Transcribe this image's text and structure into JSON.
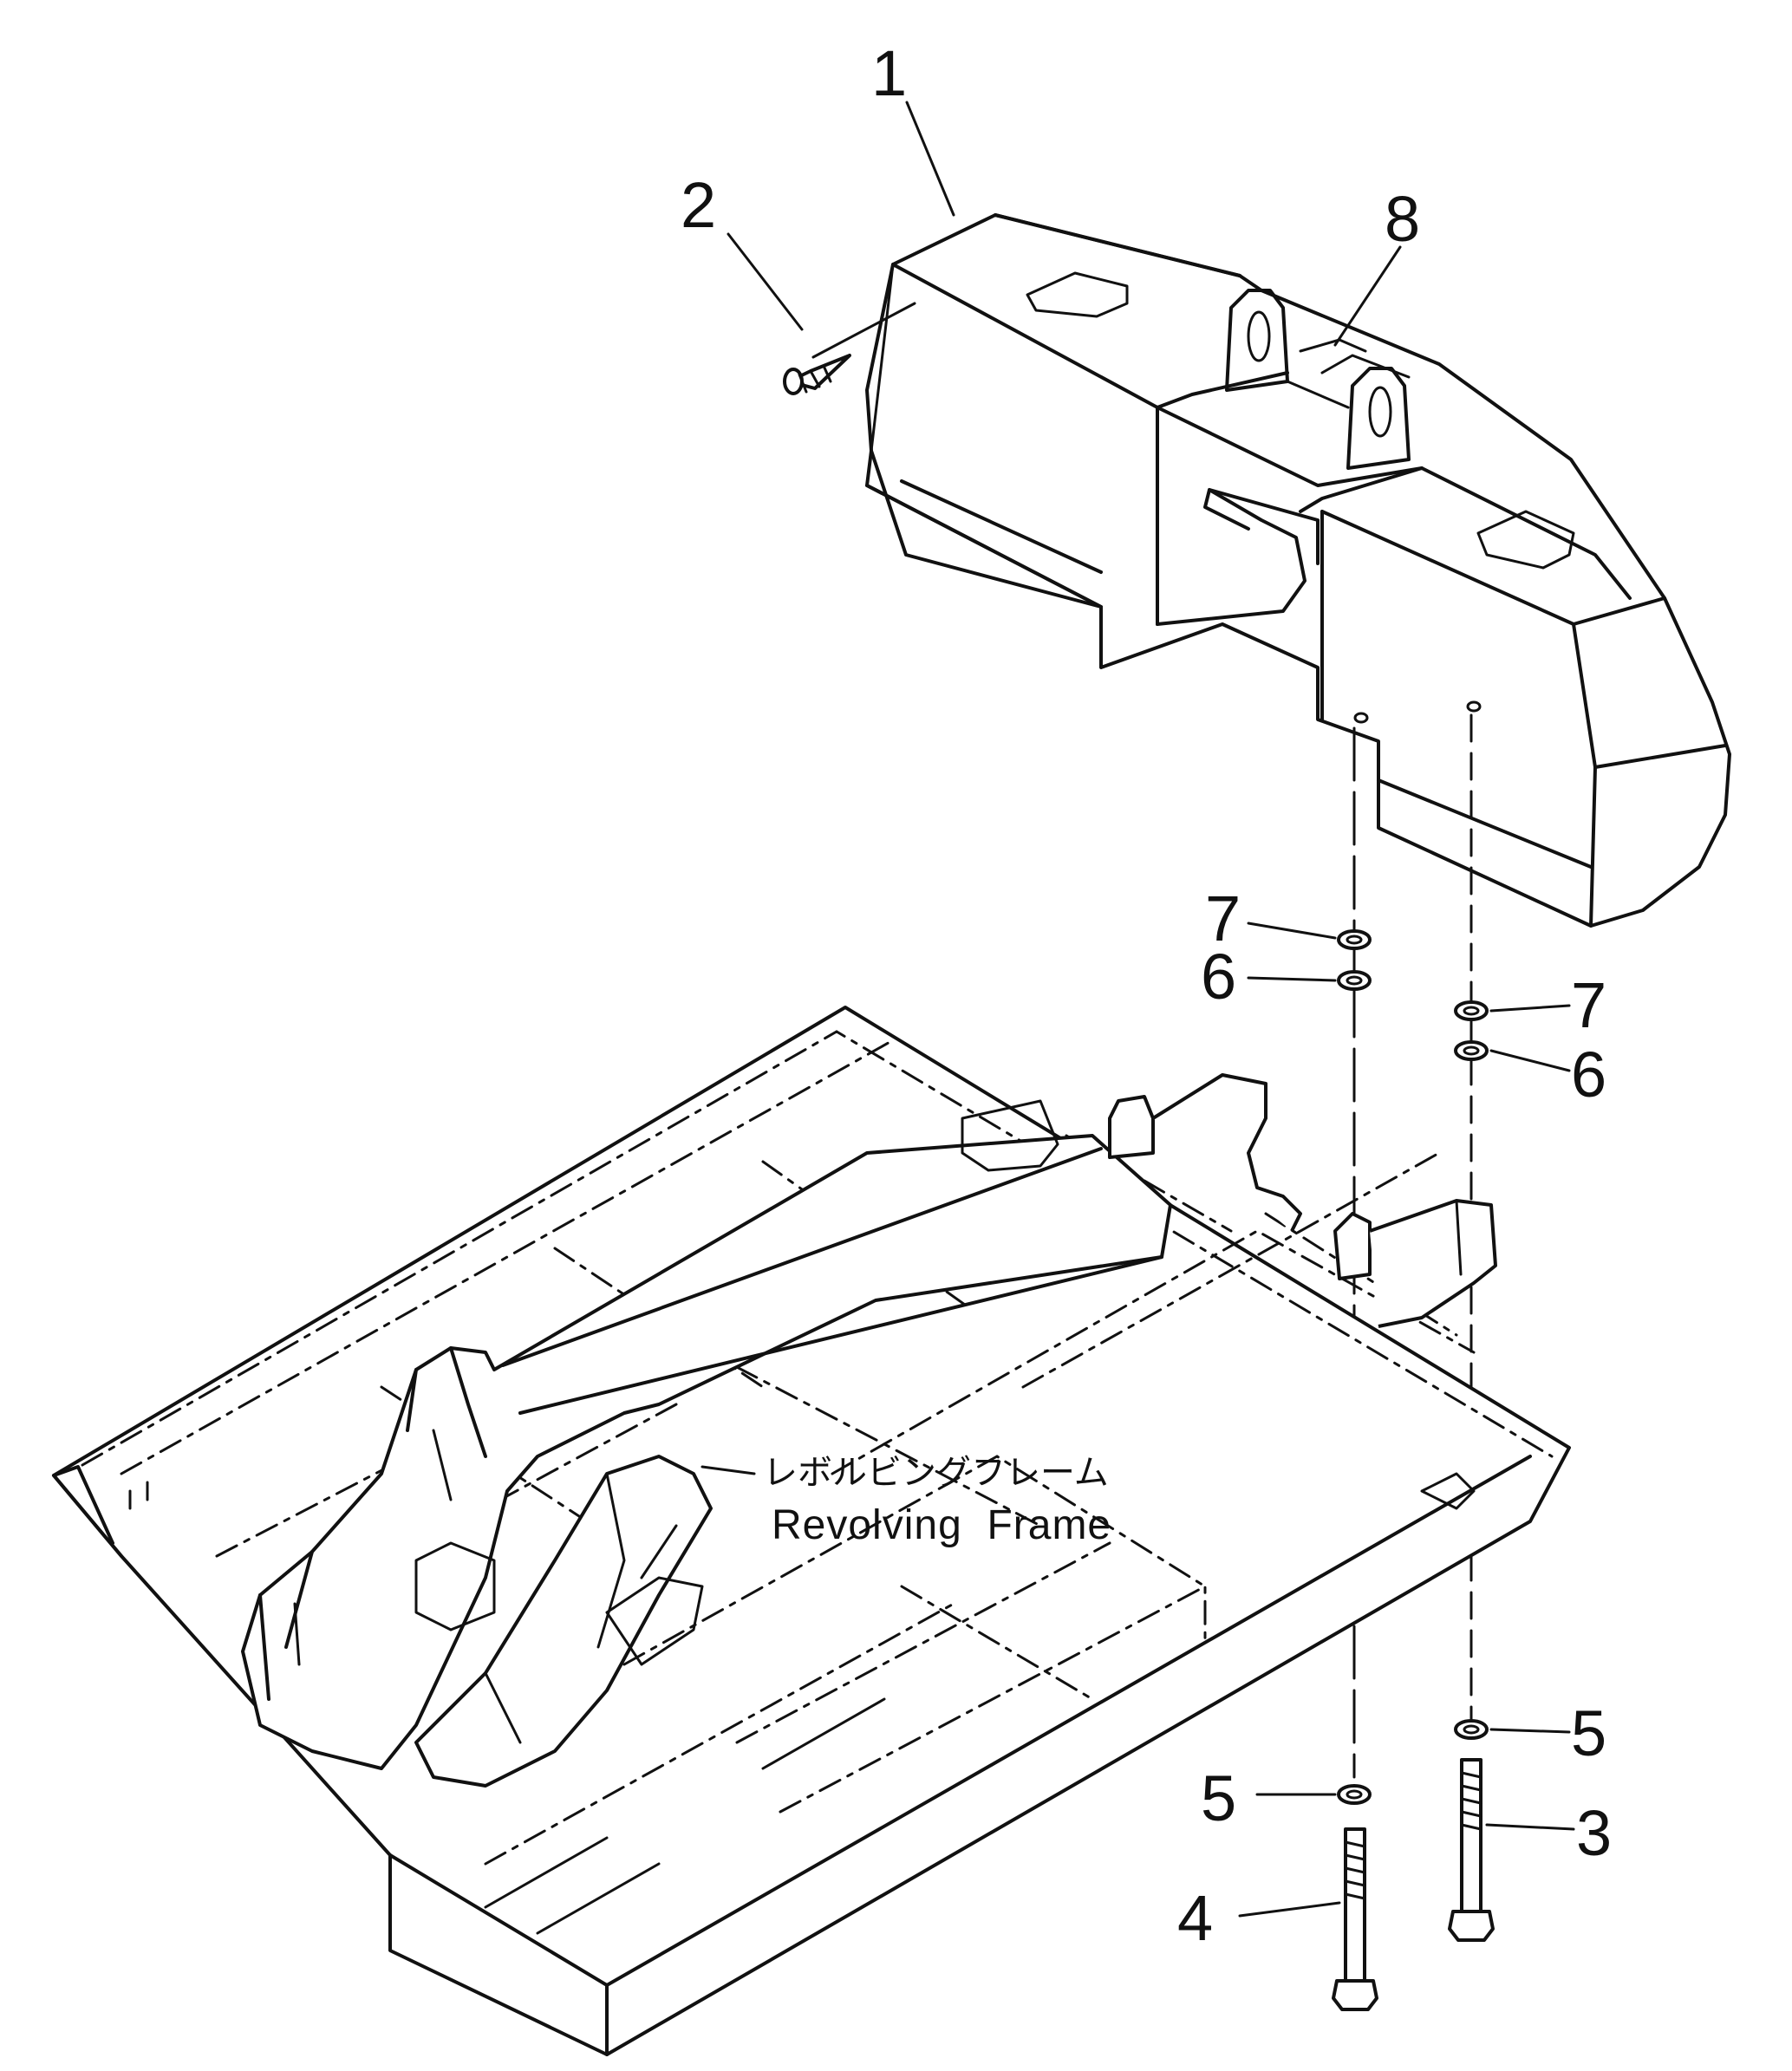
{
  "diagram": {
    "callouts": [
      {
        "id": "callout-1",
        "text": "1"
      },
      {
        "id": "callout-2",
        "text": "2"
      },
      {
        "id": "callout-8",
        "text": "8"
      },
      {
        "id": "callout-7a",
        "text": "7"
      },
      {
        "id": "callout-6a",
        "text": "6"
      },
      {
        "id": "callout-7b",
        "text": "7"
      },
      {
        "id": "callout-6b",
        "text": "6"
      },
      {
        "id": "callout-5a",
        "text": "5"
      },
      {
        "id": "callout-5b",
        "text": "5"
      },
      {
        "id": "callout-3",
        "text": "3"
      },
      {
        "id": "callout-4",
        "text": "4"
      }
    ],
    "frame_label_jp": "レボルビングフレーム",
    "frame_label_en": "Revolving  Frame"
  }
}
